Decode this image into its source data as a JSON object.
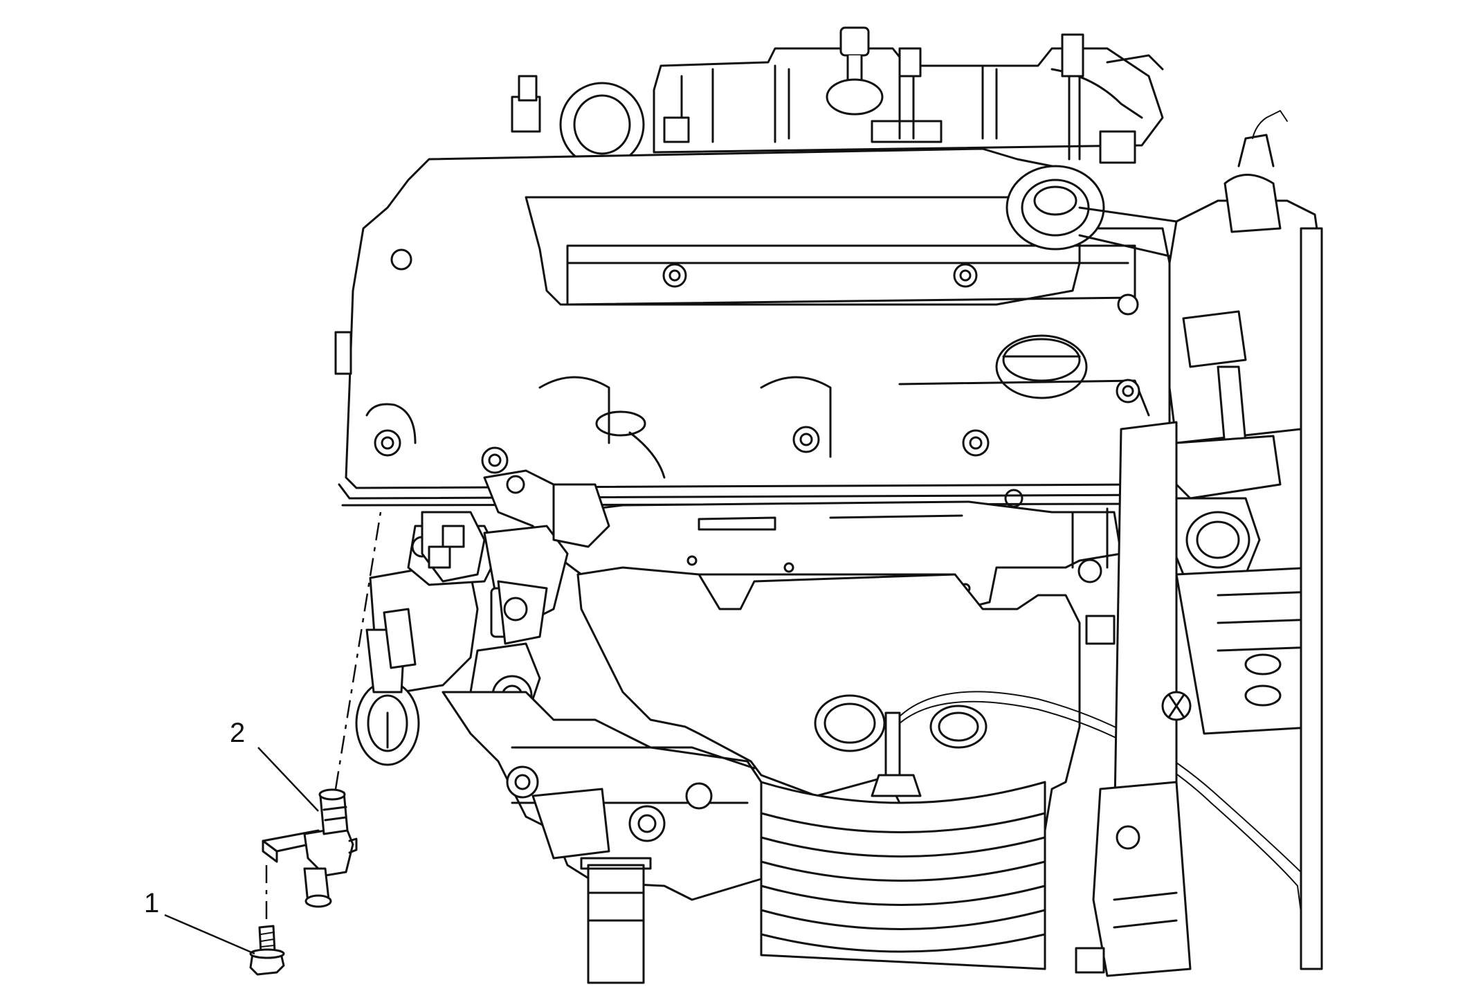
{
  "callouts": [
    {
      "id": "1",
      "label": "1"
    },
    {
      "id": "2",
      "label": "2"
    }
  ],
  "colors": {
    "ink": "#111111",
    "paper": "#ffffff"
  }
}
